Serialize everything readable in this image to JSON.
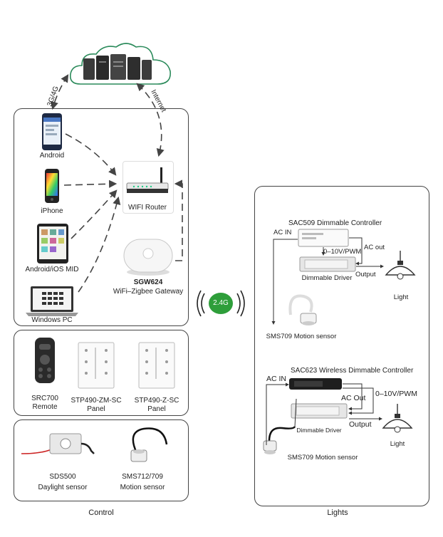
{
  "cloud": {
    "uplink_label": "3G/4G",
    "internet_label": "Internet"
  },
  "control": {
    "devices": {
      "android": "Android",
      "iphone": "iPhone",
      "mid": "Android/iOS MID",
      "pc": "Windows PC"
    },
    "router": {
      "label": "WIFI Router"
    },
    "gateway": {
      "model": "SGW624",
      "name": "WiFi–Zigbee Gateway"
    },
    "remotes": {
      "src700": [
        "SRC700",
        "Remote"
      ],
      "zm": [
        "STP490-ZM-SC",
        "Panel"
      ],
      "z": [
        "STP490-Z-SC",
        "Panel"
      ]
    },
    "sensors": {
      "sds500": [
        "SDS500",
        "Daylight sensor"
      ],
      "sms712": [
        "SMS712/709",
        "Motion sensor"
      ]
    },
    "footer": "Control"
  },
  "link": {
    "label": "2.4G"
  },
  "lights": {
    "top": {
      "controller": "SAC509 Dimmable Controller",
      "ac_in": "AC IN",
      "ac_out": "AC out",
      "signal": "0–10V/PWM",
      "driver": "Dimmable Driver",
      "output": "Output",
      "light": "Light",
      "sensor": "SMS709 Motion sensor"
    },
    "bottom": {
      "controller": "SAC623 Wireless Dimmable Controller",
      "ac_in": "AC IN",
      "ac_out": "AC Out",
      "signal": "0–10V/PWM",
      "driver": "Dimmable Driver",
      "output": "Output",
      "light": "Light",
      "sensor": "SMS709 Motion sensor"
    },
    "footer": "Lights"
  },
  "colors": {
    "cloud": "#2a8a5a",
    "link_green": "#2e9e3a",
    "panel_border": "#444444",
    "arrow": "#444444"
  }
}
